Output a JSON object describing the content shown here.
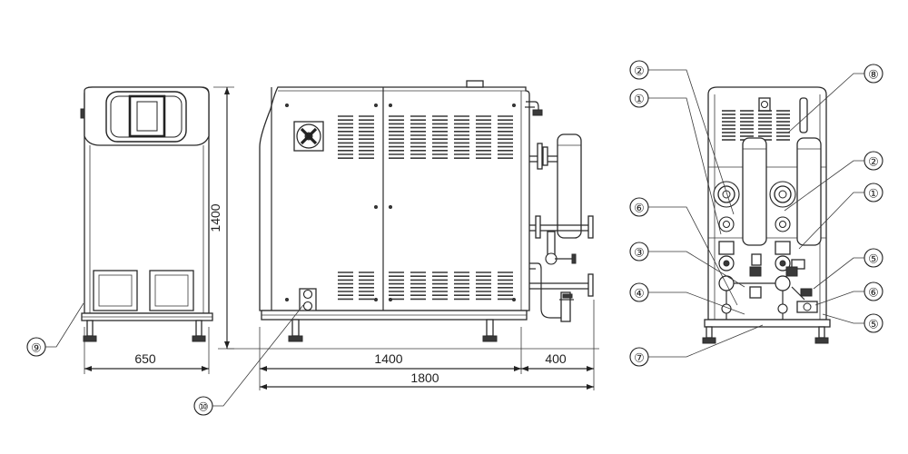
{
  "dimensions": {
    "front_width": "650",
    "height": "1400",
    "body_length": "1400",
    "extension": "400",
    "total_length": "1800"
  },
  "callouts": [
    "①",
    "②",
    "③",
    "④",
    "⑤",
    "⑥",
    "⑦",
    "⑧",
    "⑨",
    "⑩"
  ]
}
